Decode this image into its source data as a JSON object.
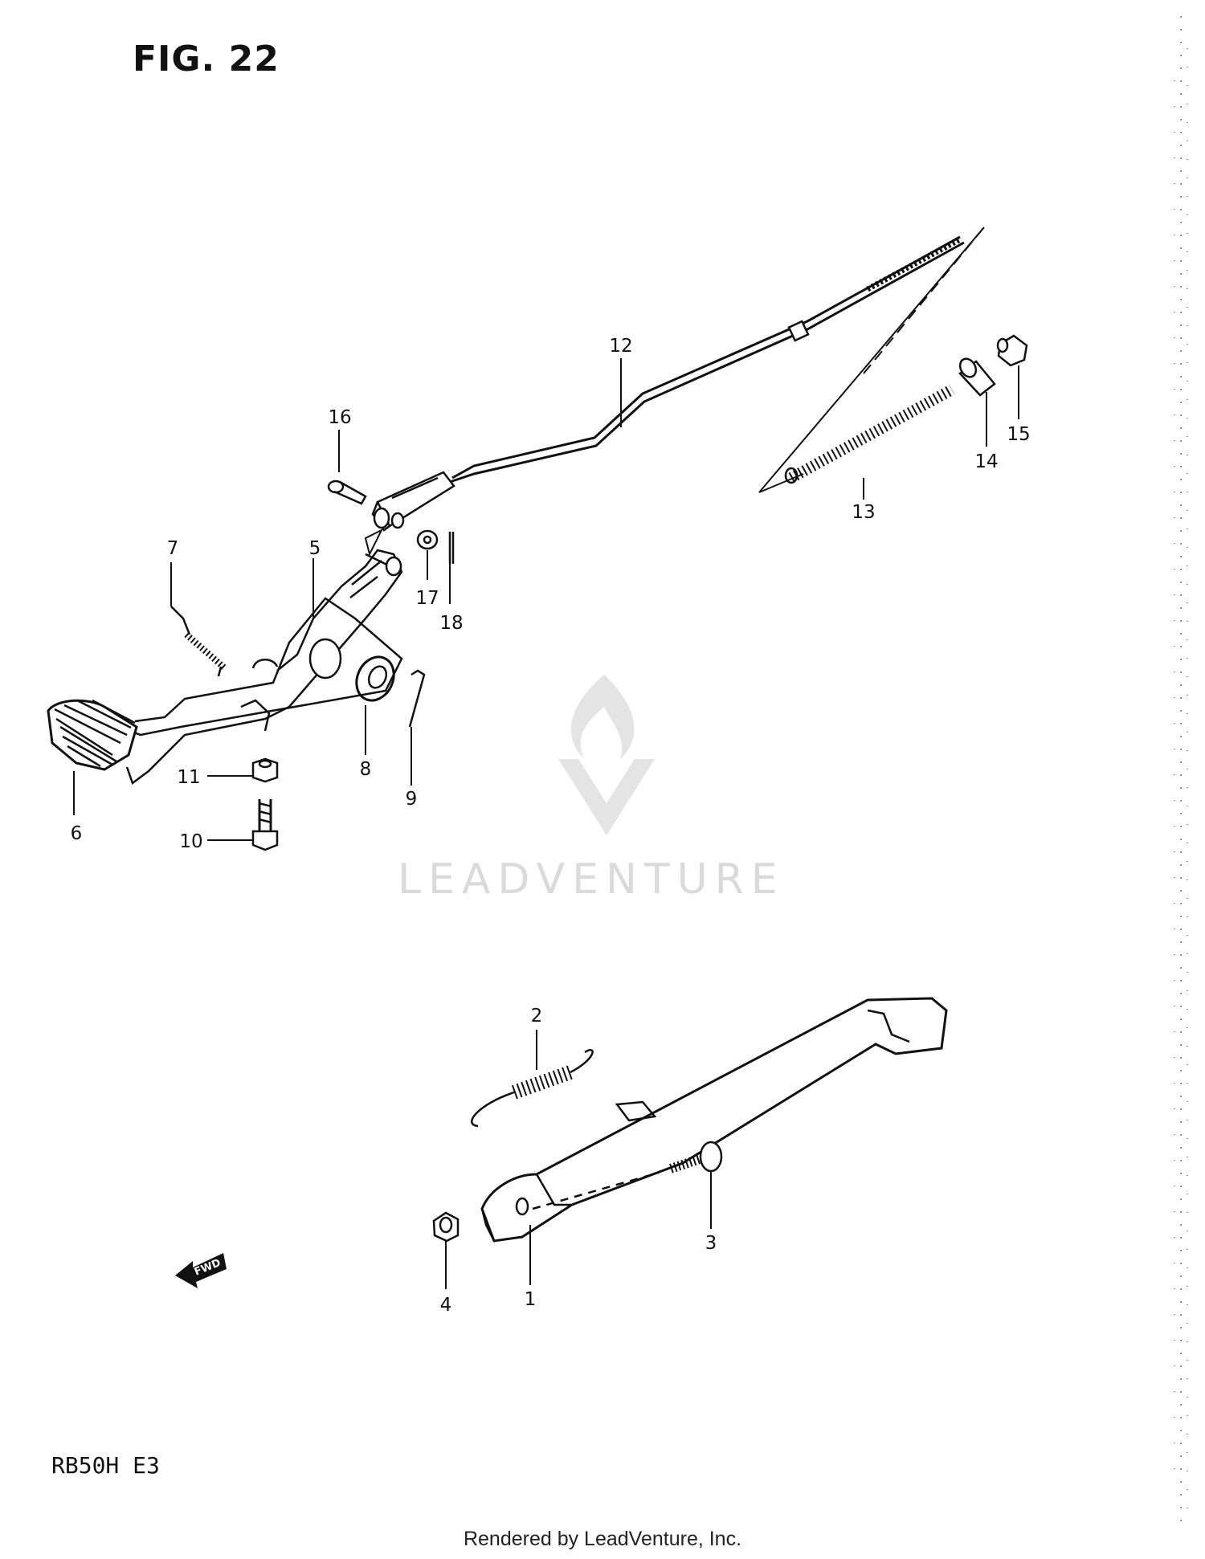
{
  "figure": {
    "title": "FIG. 22",
    "model": "RB50H E3",
    "footer": "Rendered by LeadVenture, Inc.",
    "watermark": "LEADVENTURE"
  },
  "callouts": [
    {
      "id": "1",
      "part": "side stand"
    },
    {
      "id": "2",
      "part": "spring"
    },
    {
      "id": "3",
      "part": "bolt"
    },
    {
      "id": "4",
      "part": "nut"
    },
    {
      "id": "5",
      "part": "brake pedal"
    },
    {
      "id": "6",
      "part": "pedal rubber"
    },
    {
      "id": "7",
      "part": "spring"
    },
    {
      "id": "8",
      "part": "washer"
    },
    {
      "id": "9",
      "part": "cotter pin"
    },
    {
      "id": "10",
      "part": "bolt"
    },
    {
      "id": "11",
      "part": "nut"
    },
    {
      "id": "12",
      "part": "brake rod"
    },
    {
      "id": "13",
      "part": "spring"
    },
    {
      "id": "14",
      "part": "joint"
    },
    {
      "id": "15",
      "part": "adjusting nut"
    },
    {
      "id": "16",
      "part": "pin"
    },
    {
      "id": "17",
      "part": "washer"
    },
    {
      "id": "18",
      "part": "cotter pin"
    }
  ],
  "fwd_arrow": {
    "label": "FWD"
  },
  "colors": {
    "ink": "#111111",
    "watermark": "#dadada",
    "background": "#ffffff"
  }
}
